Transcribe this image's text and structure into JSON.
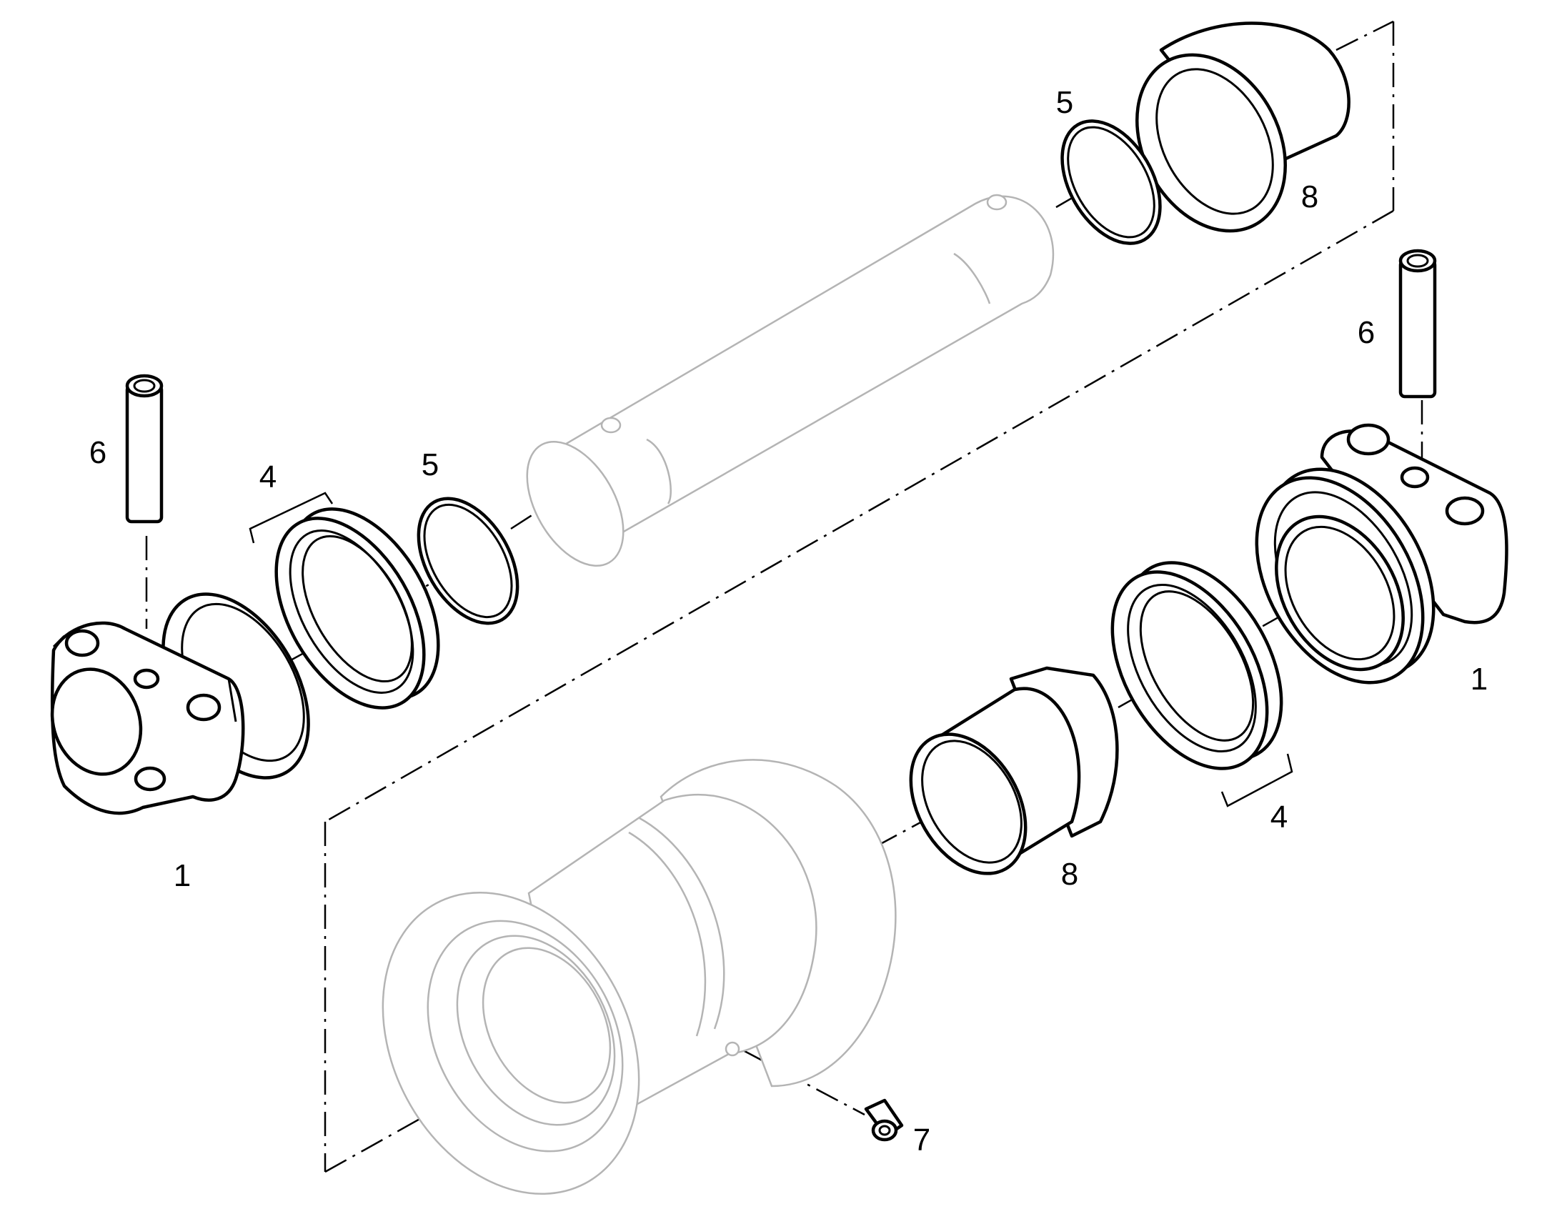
{
  "diagram": {
    "callouts": {
      "housing_left": "1",
      "housing_right": "1",
      "seal_left": "4",
      "seal_right": "4",
      "oring_left": "5",
      "oring_top": "5",
      "pin_left": "6",
      "pin_right": "6",
      "plug": "7",
      "bushing_top": "8",
      "bushing_middle": "8"
    }
  }
}
